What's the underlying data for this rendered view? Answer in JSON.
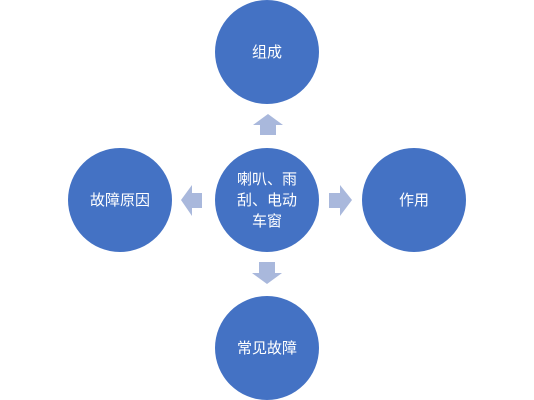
{
  "diagram": {
    "center": {
      "lines": [
        "喇叭、雨",
        "刮、电动",
        "车窗"
      ]
    },
    "top": {
      "label": "组成"
    },
    "right": {
      "label": "作用"
    },
    "bottom": {
      "label": "常见故障"
    },
    "left": {
      "label": "故障原因"
    }
  },
  "colors": {
    "node_fill": "#4472c4",
    "arrow_fill": "#a9b8dc",
    "text": "#ffffff"
  }
}
